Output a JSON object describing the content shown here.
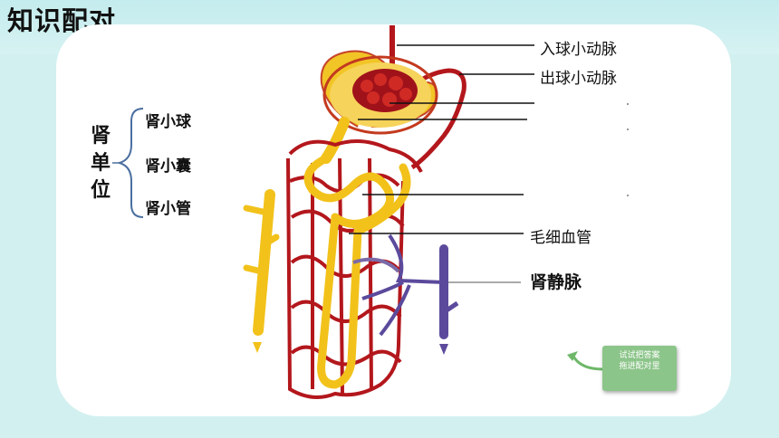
{
  "page": {
    "title": "知识配对"
  },
  "category": {
    "chars": [
      "肾",
      "单",
      "位"
    ]
  },
  "parts": [
    {
      "label": "肾小球"
    },
    {
      "label": "肾小囊"
    },
    {
      "label": "肾小管"
    }
  ],
  "callouts": {
    "afferent": "入球小动脉",
    "efferent": "出球小动脉",
    "blank1": "",
    "blank2": "",
    "blank3": "",
    "capillary": "毛细血管",
    "renal_vein": "肾静脉"
  },
  "hint": {
    "line1": "试试把答案",
    "line2": "拖进配对里"
  },
  "colors": {
    "artery": "#b3171c",
    "tubule": "#f2c21b",
    "vein": "#5b4a9c",
    "hint_bg": "#8cc58a",
    "background": "#d3f0f0"
  }
}
